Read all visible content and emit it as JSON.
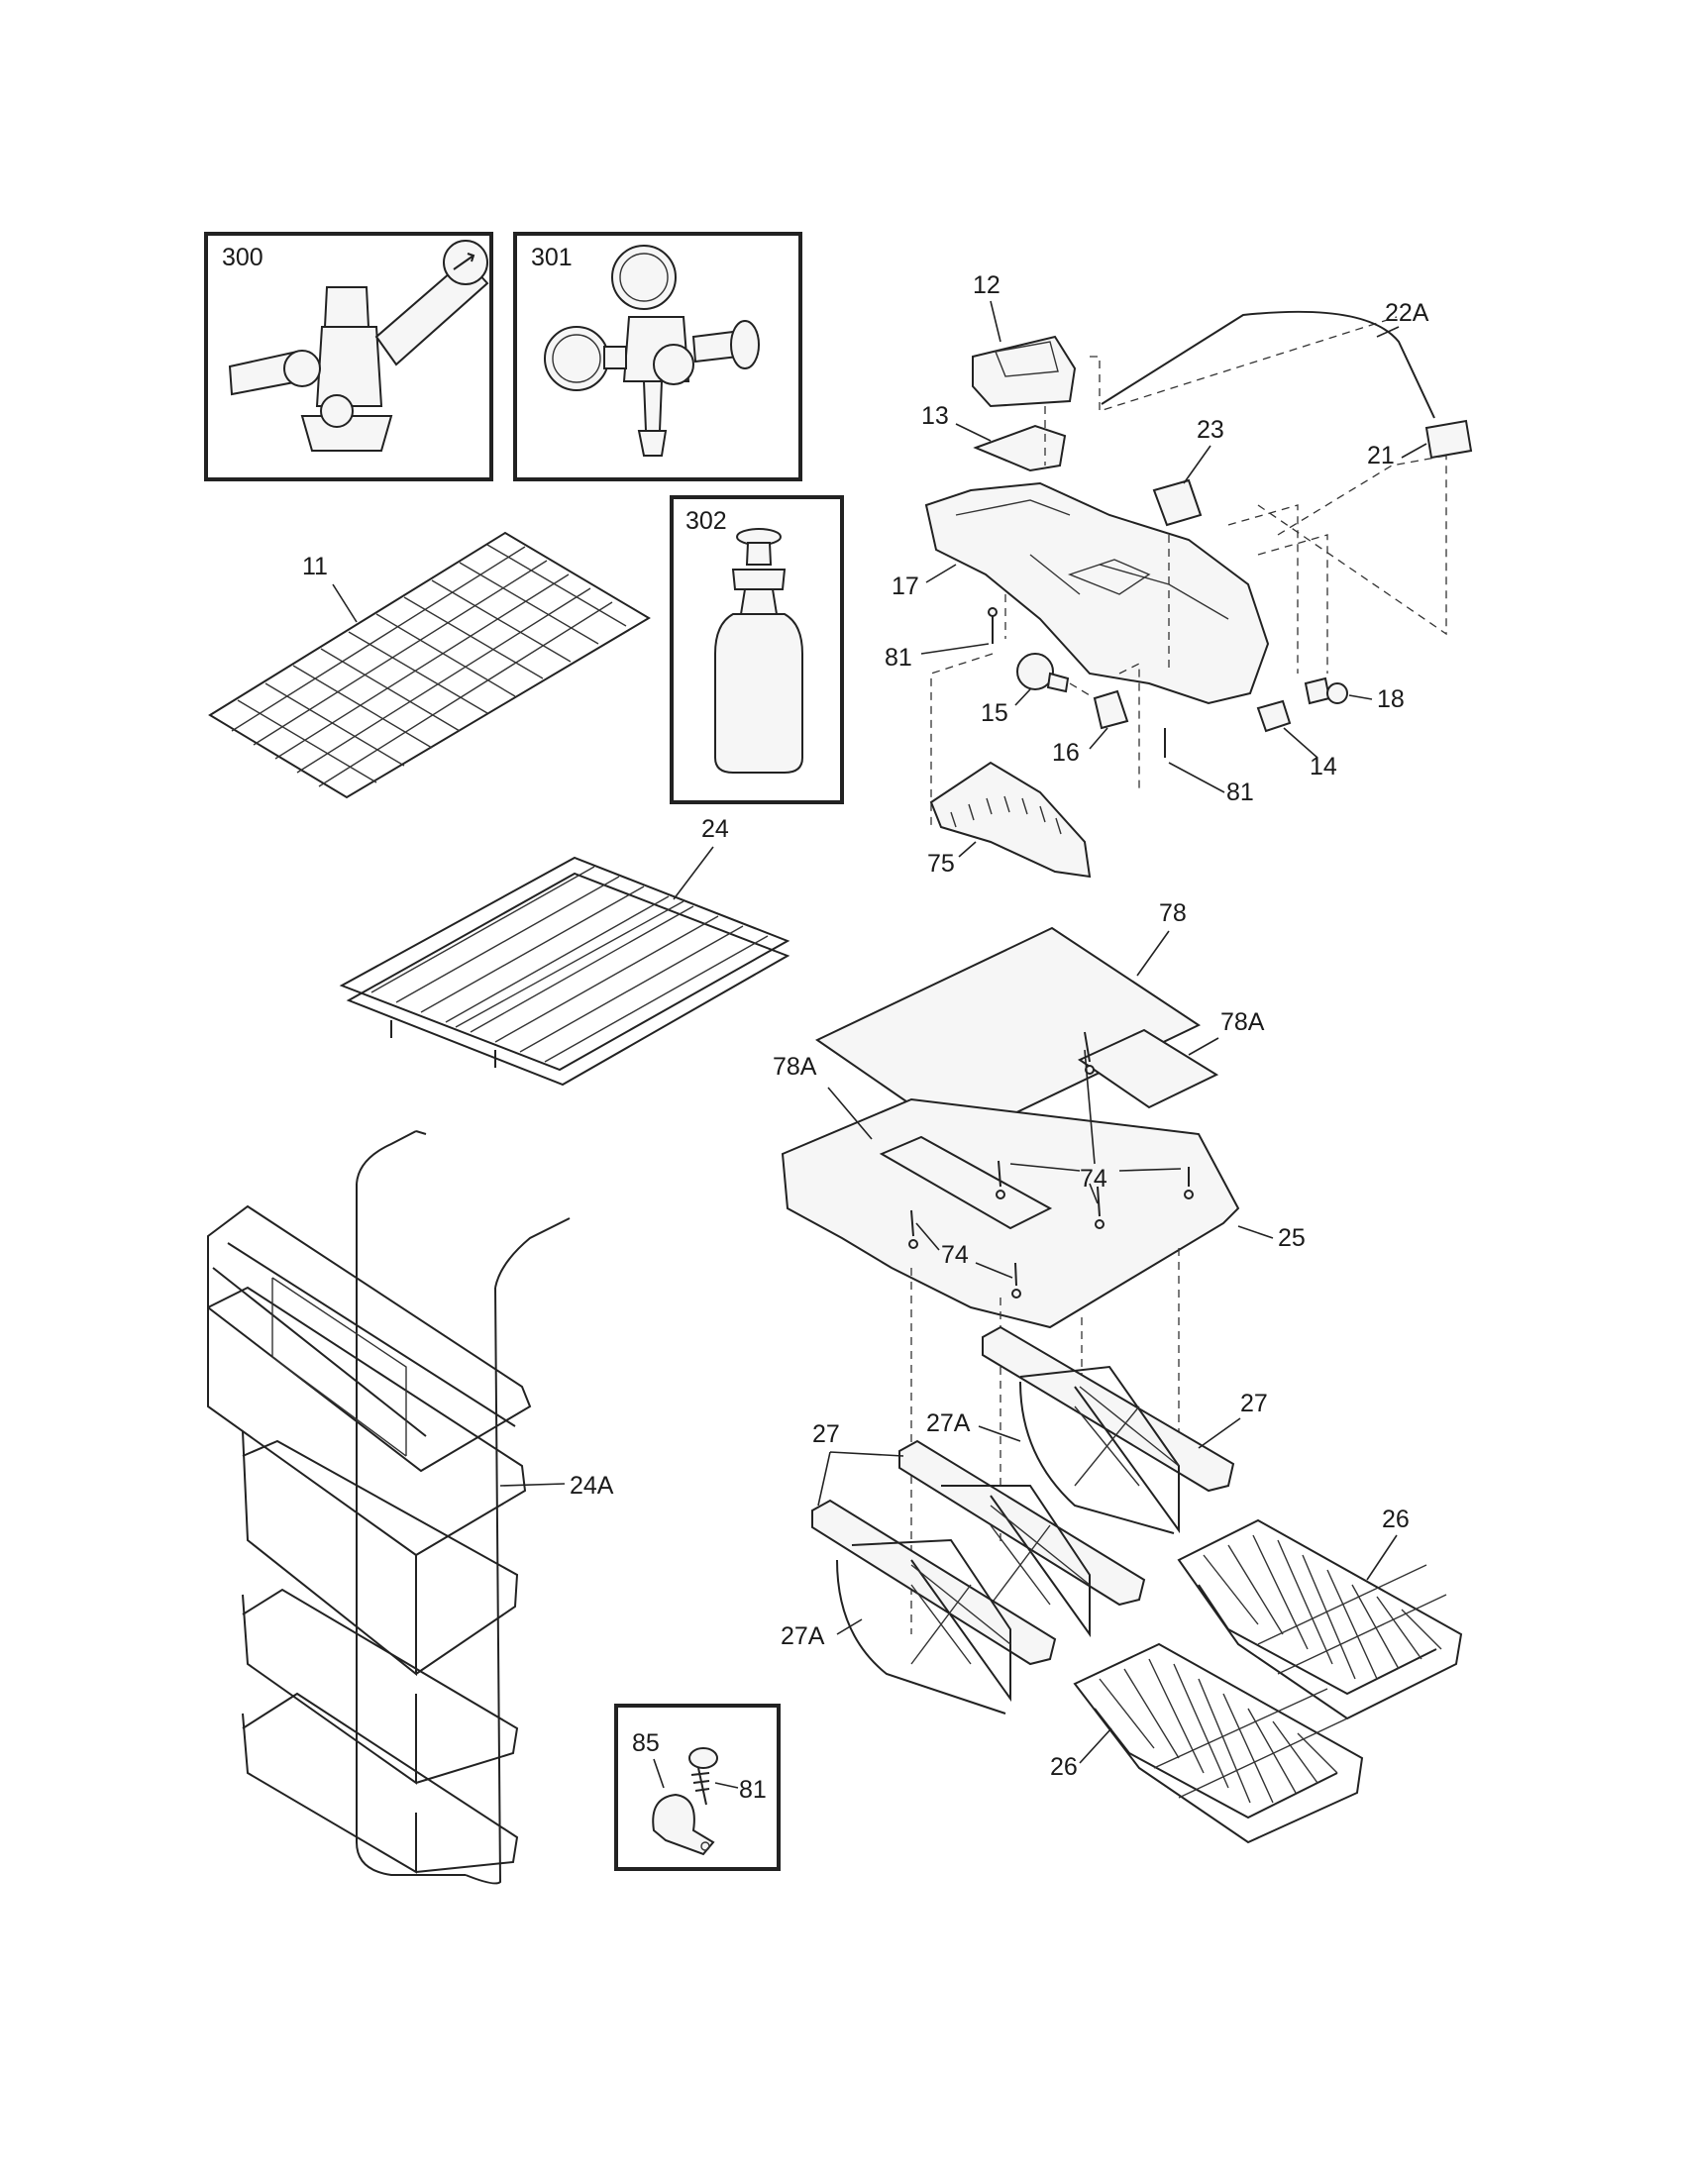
{
  "insets": [
    {
      "id": "300",
      "label": "300"
    },
    {
      "id": "301",
      "label": "301"
    },
    {
      "id": "302",
      "label": "302"
    },
    {
      "id": "85-81",
      "label": ""
    }
  ],
  "callouts": {
    "c300": "300",
    "c301": "301",
    "c302": "302",
    "c12": "12",
    "c13": "13",
    "c22A": "22A",
    "c23": "23",
    "c21": "21",
    "c17": "17",
    "c81a": "81",
    "c15": "15",
    "c16": "16",
    "c18": "18",
    "c14": "14",
    "c81b": "81",
    "c75": "75",
    "c11": "11",
    "c24": "24",
    "c78": "78",
    "c78A_r": "78A",
    "c78A_l": "78A",
    "c74a": "74",
    "c74b": "74",
    "c25": "25",
    "c24A": "24A",
    "c27a": "27",
    "c27A_a": "27A",
    "c27b": "27",
    "c26a": "26",
    "c27A_b": "27A",
    "c26b": "26",
    "c85": "85",
    "c81c": "81"
  }
}
